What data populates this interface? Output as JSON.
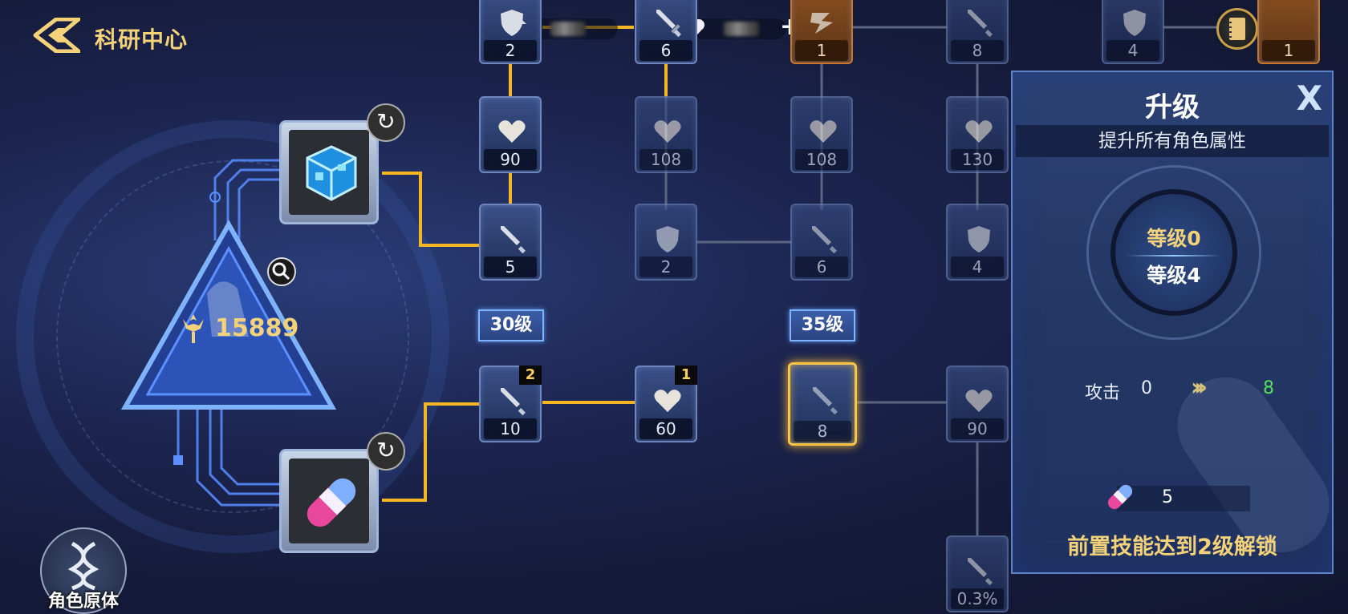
{
  "header": {
    "title": "科研中心"
  },
  "resources": {
    "plus_label": "+"
  },
  "power": {
    "value": "15889"
  },
  "prototype": {
    "label": "角色原体"
  },
  "tier_tags": [
    "30级",
    "35级"
  ],
  "nodes": {
    "r0": [
      "2",
      "6",
      "1",
      "8",
      "4",
      "1"
    ],
    "r1": [
      "90",
      "108",
      "108",
      "130"
    ],
    "r2": [
      "5",
      "2",
      "6",
      "4"
    ],
    "r3": [
      "10",
      "60",
      "8",
      "90"
    ],
    "r3_badges": [
      "2",
      "1"
    ],
    "r4": [
      "0.3%"
    ]
  },
  "panel": {
    "title": "升级",
    "close": "X",
    "subtitle": "提升所有角色属性",
    "current_level": "等级0",
    "max_level": "等级4",
    "stat": {
      "name": "攻击",
      "from": "0",
      "to": "8"
    },
    "cost": {
      "amount": "5"
    },
    "unlock_hint": "前置技能达到2级解锁"
  },
  "colors": {
    "accent": "#f3d27a",
    "line_active": "#f5b623",
    "stat_gain": "#56e05a"
  }
}
